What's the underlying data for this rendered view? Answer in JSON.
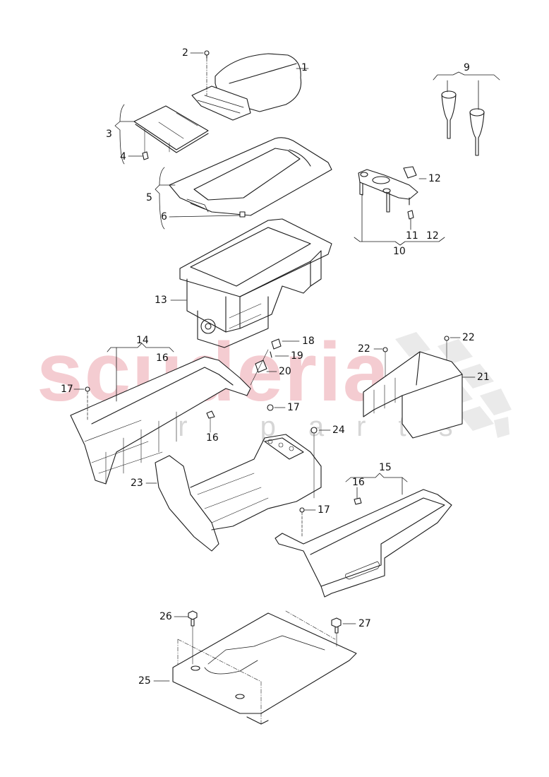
{
  "diagram": {
    "type": "exploded-parts-diagram",
    "subject": "center console assembly",
    "watermark": {
      "main": "scuderia",
      "sub": "car parts",
      "main_color": "#f3c4c9",
      "sub_color": "#d6d6d6"
    },
    "callouts": [
      {
        "id": "c1",
        "label": "1",
        "part": "armrest cover"
      },
      {
        "id": "c2",
        "label": "2",
        "part": "screw"
      },
      {
        "id": "c3",
        "label": "3",
        "part": "storage compartment lid"
      },
      {
        "id": "c4",
        "label": "4",
        "part": "clip"
      },
      {
        "id": "c5",
        "label": "5",
        "part": "trim frame"
      },
      {
        "id": "c6",
        "label": "6",
        "part": "clip"
      },
      {
        "id": "c9",
        "label": "9",
        "part": "cup holder inserts"
      },
      {
        "id": "c10",
        "label": "10",
        "part": "cup holder frame"
      },
      {
        "id": "c11a",
        "label": "11",
        "part": "clip"
      },
      {
        "id": "c12a",
        "label": "12",
        "part": "bracket"
      },
      {
        "id": "c12b",
        "label": "12",
        "part": "bracket (group ref)"
      },
      {
        "id": "c13",
        "label": "13",
        "part": "storage box with cooler"
      },
      {
        "id": "c14",
        "label": "14",
        "part": "left side trim panel"
      },
      {
        "id": "c16a",
        "label": "16",
        "part": "clip (group ref)"
      },
      {
        "id": "c16b",
        "label": "16",
        "part": "clip"
      },
      {
        "id": "c16c",
        "label": "16",
        "part": "clip"
      },
      {
        "id": "c15",
        "label": "15",
        "part": "right side trim panel"
      },
      {
        "id": "c17a",
        "label": "17",
        "part": "screw"
      },
      {
        "id": "c17b",
        "label": "17",
        "part": "screw"
      },
      {
        "id": "c17c",
        "label": "17",
        "part": "screw"
      },
      {
        "id": "c18",
        "label": "18",
        "part": "cap"
      },
      {
        "id": "c19",
        "label": "19",
        "part": "screw"
      },
      {
        "id": "c20",
        "label": "20",
        "part": "bracket"
      },
      {
        "id": "c21",
        "label": "21",
        "part": "rear trim cover"
      },
      {
        "id": "c22a",
        "label": "22",
        "part": "screw"
      },
      {
        "id": "c22b",
        "label": "22",
        "part": "screw"
      },
      {
        "id": "c23",
        "label": "23",
        "part": "console carrier"
      },
      {
        "id": "c24",
        "label": "24",
        "part": "screw"
      },
      {
        "id": "c25",
        "label": "25",
        "part": "base plate"
      },
      {
        "id": "c26",
        "label": "26",
        "part": "hex bolt"
      },
      {
        "id": "c27",
        "label": "27",
        "part": "hex bolt"
      }
    ]
  }
}
